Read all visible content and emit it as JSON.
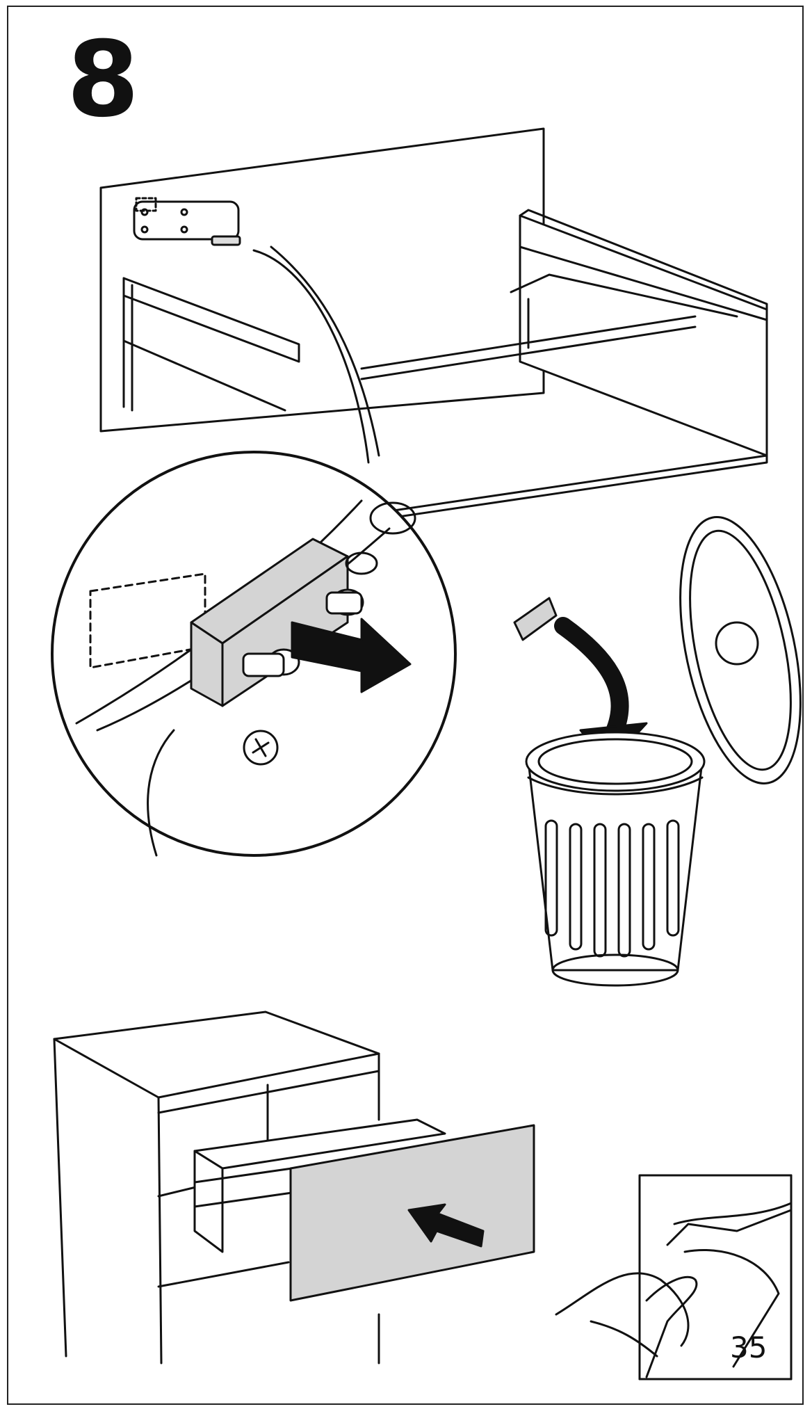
{
  "step": {
    "number": "8"
  },
  "footer": {
    "page_number": "35"
  },
  "colors": {
    "line": "#111111",
    "panel_fill": "#ffffff",
    "highlight_fill": "#d4d4d4"
  },
  "icons": [
    "drawer-illustration",
    "magnifier-callout",
    "discard-part-illustration",
    "trash-bin-icon",
    "insert-drawer-illustration",
    "turn-page-icon"
  ]
}
